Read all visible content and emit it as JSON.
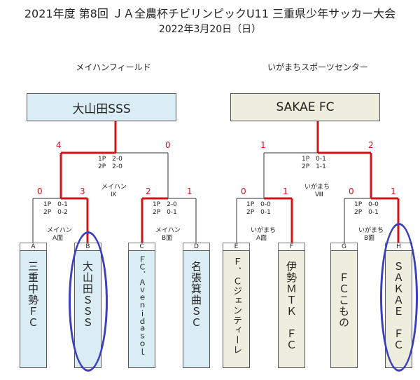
{
  "title": "2021年度 第8回 ＪＡ全農杯チビリンピックU11 三重県少年サッカー大会",
  "date": "2022年3月20日（日）",
  "venues": [
    "メイハンフィールド",
    "いがまちスポーツセンター"
  ],
  "champions": [
    "大山田SSS",
    "SAKAE FC"
  ],
  "semis": [
    {
      "left_score": "4",
      "right_score": "0",
      "periods": [
        "1P　2-0",
        "2P　2-0"
      ],
      "field": [
        "メイハン",
        "Ⅸ"
      ]
    },
    {
      "left_score": "1",
      "right_score": "2",
      "periods": [
        "1P　0-1",
        "2P　1-1"
      ],
      "field": [
        "いがまち",
        "Ⅷ"
      ]
    }
  ],
  "quarters": [
    {
      "left_score": "0",
      "right_score": "3",
      "periods": [
        "1P　0-1",
        "2P　0-2"
      ],
      "field": [
        "メイハン",
        "A面"
      ]
    },
    {
      "left_score": "2",
      "right_score": "1",
      "periods": [
        "1P　2-0",
        "2P　0-1"
      ],
      "field": [
        "メイハン",
        "B面"
      ]
    },
    {
      "left_score": "0",
      "right_score": "1",
      "periods": [
        "1P　0-0",
        "2P　0-1"
      ],
      "field": [
        "いがまち",
        "A面"
      ]
    },
    {
      "left_score": "0",
      "right_score": "1",
      "periods": [
        "1P　0-0",
        "2P　0-1"
      ],
      "field": [
        "いがまち",
        "B面"
      ]
    }
  ],
  "teams": [
    {
      "letter": "A",
      "name": "三重中勢ＦＣ"
    },
    {
      "letter": "B",
      "name": "大山田ＳＳＳ"
    },
    {
      "letter": "C",
      "name": "ＦＣ．Ａｖｅｎｉｄａｓｏｌ"
    },
    {
      "letter": "D",
      "name": "名張箕曲ＳＣ"
    },
    {
      "letter": "E",
      "name": "Ｆ．Ｃジェンティーレ"
    },
    {
      "letter": "F",
      "name": "伊勢ＭＴＫ　ＦＣ"
    },
    {
      "letter": "G",
      "name": "ＦＣこもの"
    },
    {
      "letter": "H",
      "name": "ＳＡＫＡＥ　ＦＣ"
    }
  ],
  "colors": {
    "win_line": "#d0141a",
    "line": "#333333",
    "team_fill": "#dbedf4",
    "champ_fill_left": "#dbedf4",
    "champ_fill_right": "#eeeedf",
    "circle": "#3a3fbf"
  }
}
